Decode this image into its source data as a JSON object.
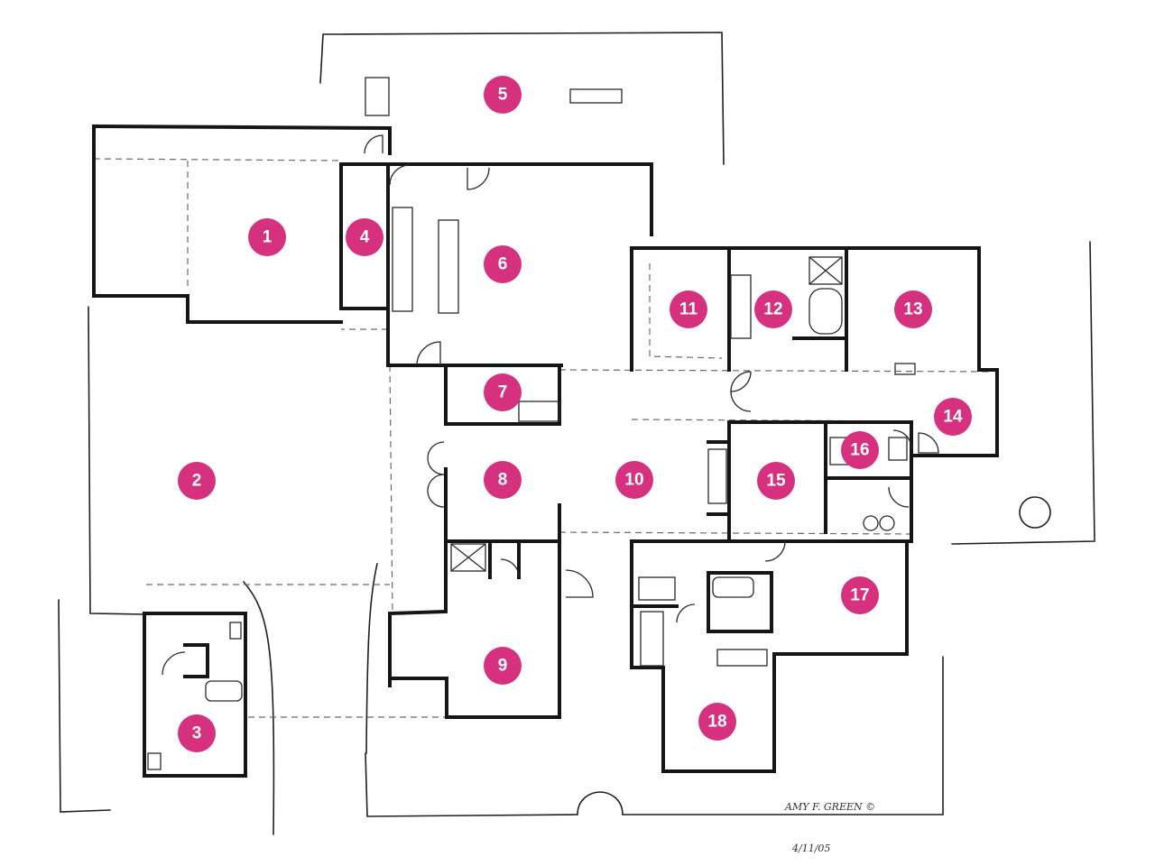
{
  "plan": {
    "rooms": [
      {
        "label": "1"
      },
      {
        "label": "2"
      },
      {
        "label": "3"
      },
      {
        "label": "4"
      },
      {
        "label": "5"
      },
      {
        "label": "6"
      },
      {
        "label": "7"
      },
      {
        "label": "8"
      },
      {
        "label": "9"
      },
      {
        "label": "10"
      },
      {
        "label": "11"
      },
      {
        "label": "12"
      },
      {
        "label": "13"
      },
      {
        "label": "14"
      },
      {
        "label": "15"
      },
      {
        "label": "16"
      },
      {
        "label": "17"
      },
      {
        "label": "18"
      }
    ],
    "signature": "AMY F. GREEN ©",
    "date": "4/11/05"
  },
  "colors": {
    "badge": "#d6317f",
    "wall": "#151515",
    "background": "#ffffff"
  }
}
